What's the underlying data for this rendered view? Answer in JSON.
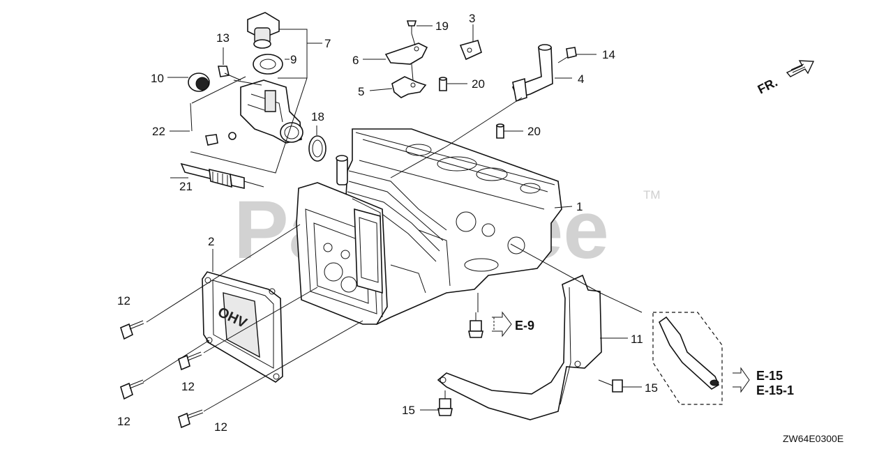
{
  "watermark": {
    "text": "PartsTree",
    "trademark": "TM"
  },
  "front_label": "FR.",
  "diagram_code": "ZW64E0300E",
  "refs": {
    "e9": "E-9",
    "e15": "E-15",
    "e15_1": "E-15-1"
  },
  "callouts": {
    "c1": "1",
    "c2": "2",
    "c3": "3",
    "c4": "4",
    "c5": "5",
    "c6": "6",
    "c7": "7",
    "c9": "9",
    "c10": "10",
    "c11": "11",
    "c12a": "12",
    "c12b": "12",
    "c12c": "12",
    "c12d": "12",
    "c13": "13",
    "c14": "14",
    "c15a": "15",
    "c15b": "15",
    "c18": "18",
    "c19": "19",
    "c20a": "20",
    "c20b": "20",
    "c21": "21",
    "c22": "22"
  }
}
